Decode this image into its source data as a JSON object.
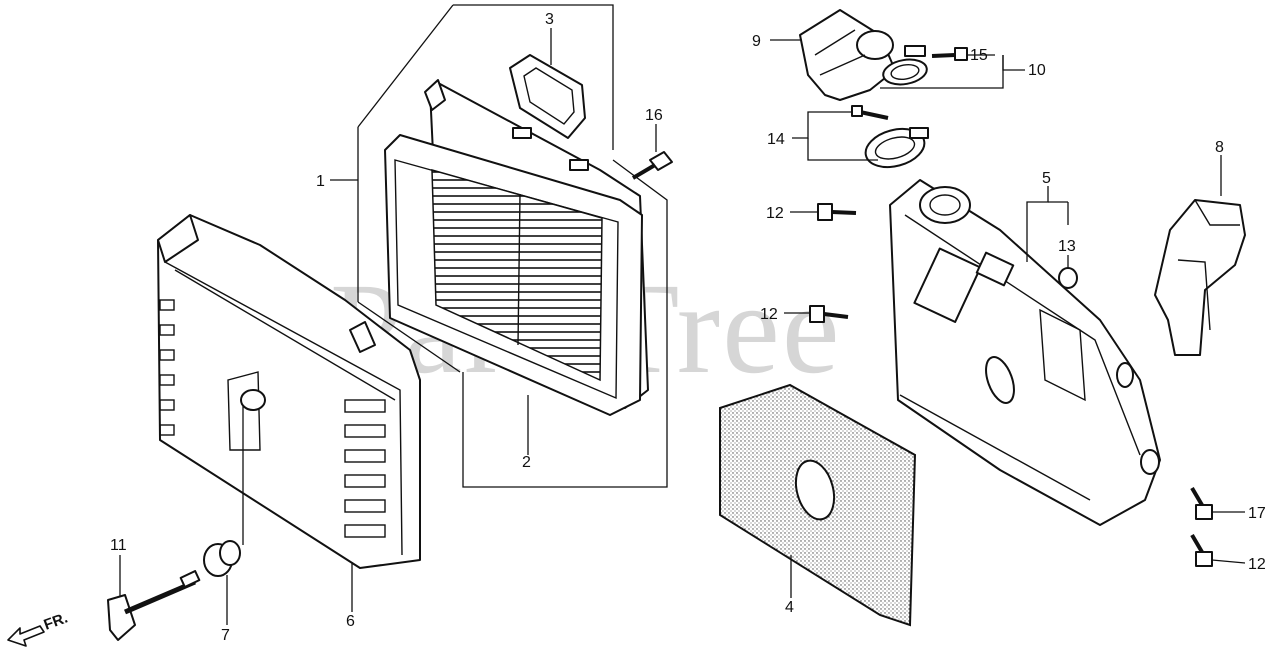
{
  "watermark": "PartsTree",
  "front_indicator": {
    "label": "FR.",
    "icon": "front-arrow-icon"
  },
  "callouts": [
    {
      "id": "c1",
      "label": "1"
    },
    {
      "id": "c2",
      "label": "2"
    },
    {
      "id": "c3",
      "label": "3"
    },
    {
      "id": "c4",
      "label": "4"
    },
    {
      "id": "c5",
      "label": "5"
    },
    {
      "id": "c6",
      "label": "6"
    },
    {
      "id": "c7",
      "label": "7"
    },
    {
      "id": "c8",
      "label": "8"
    },
    {
      "id": "c9",
      "label": "9"
    },
    {
      "id": "c10",
      "label": "10"
    },
    {
      "id": "c11",
      "label": "11"
    },
    {
      "id": "c12a",
      "label": "12"
    },
    {
      "id": "c12b",
      "label": "12"
    },
    {
      "id": "c12c",
      "label": "12"
    },
    {
      "id": "c13",
      "label": "13"
    },
    {
      "id": "c14",
      "label": "14"
    },
    {
      "id": "c15",
      "label": "15"
    },
    {
      "id": "c16",
      "label": "16"
    },
    {
      "id": "c17",
      "label": "17"
    }
  ]
}
